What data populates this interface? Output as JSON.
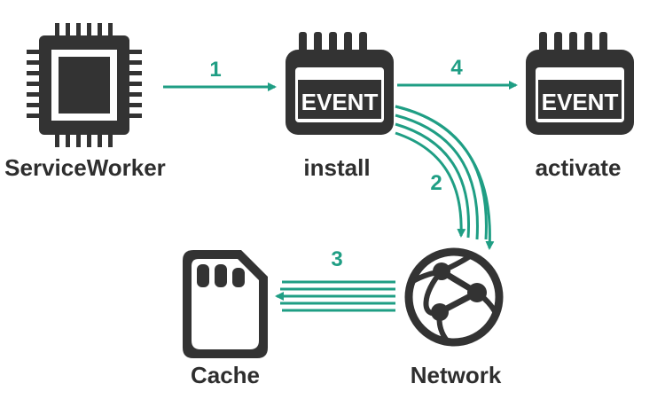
{
  "colors": {
    "icon": "#333333",
    "arrow": "#1f9e84",
    "background": "#ffffff"
  },
  "nodes": {
    "service_worker": {
      "label": "ServiceWorker",
      "icon": "cpu-chip-icon"
    },
    "install": {
      "label": "install",
      "icon": "calendar-event-icon",
      "badge": "EVENT"
    },
    "activate": {
      "label": "activate",
      "icon": "calendar-event-icon",
      "badge": "EVENT"
    },
    "network": {
      "label": "Network",
      "icon": "network-globe-icon"
    },
    "cache": {
      "label": "Cache",
      "icon": "sd-card-icon"
    }
  },
  "steps": {
    "step1": "1",
    "step2": "2",
    "step3": "3",
    "step4": "4"
  }
}
